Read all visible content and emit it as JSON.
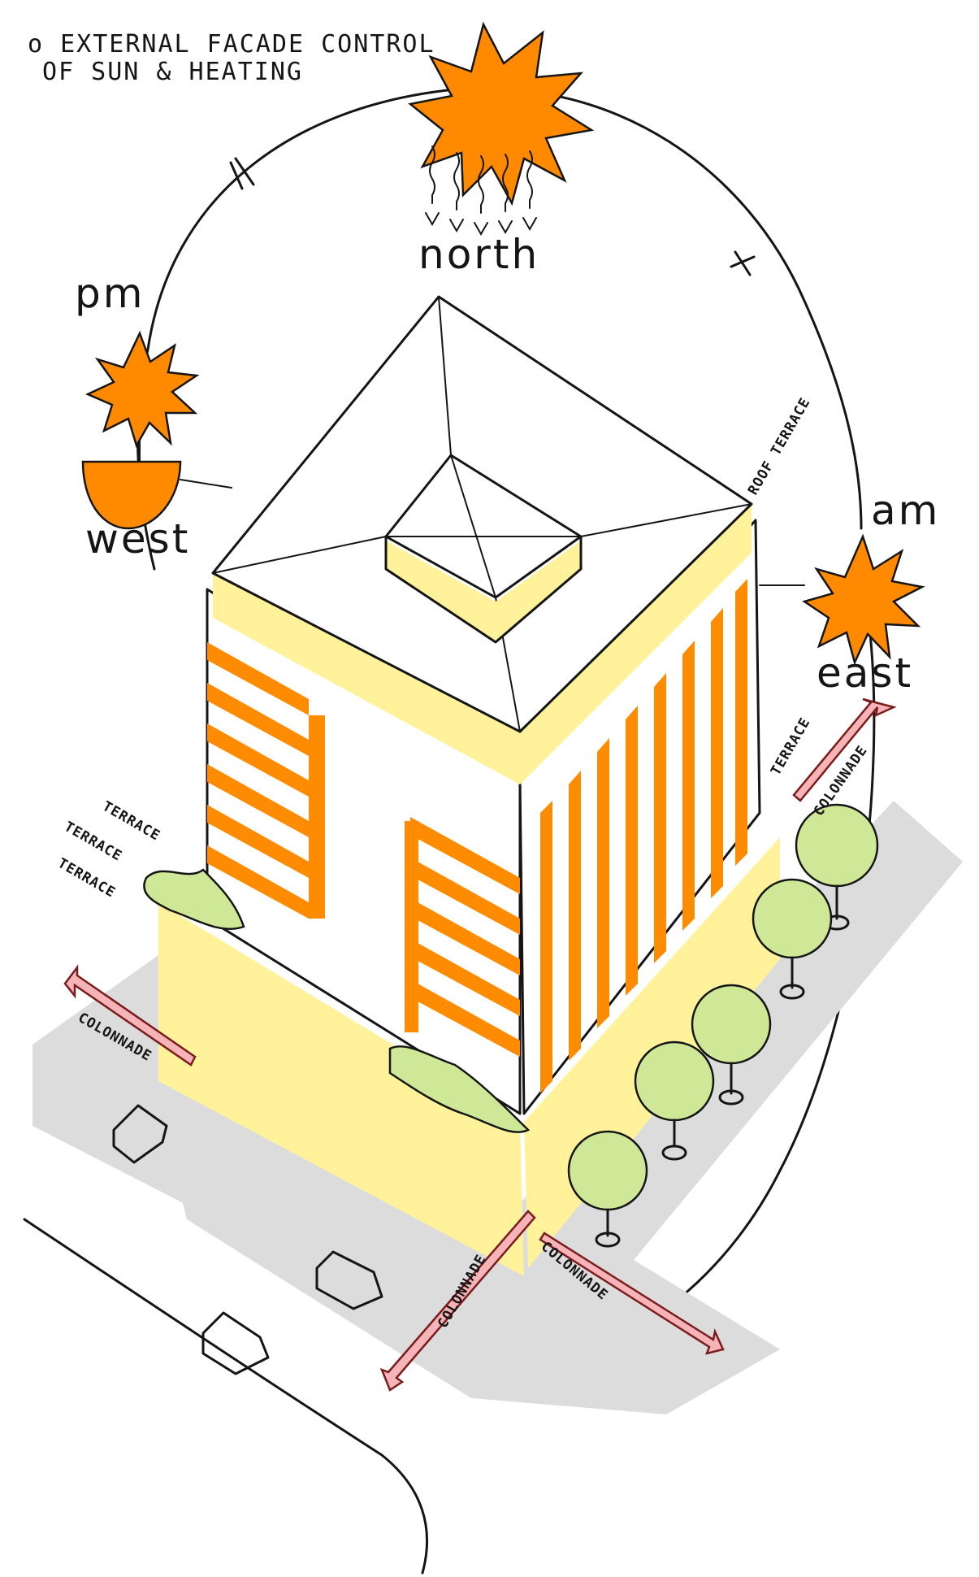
{
  "title_line1": "o EXTERNAL FACADE CONTROL",
  "title_line2": "OF SUN & HEATING",
  "directions": {
    "north": "north",
    "west": "west",
    "east": "east",
    "pm": "pm",
    "am": "am"
  },
  "labels": {
    "roof_terrace": "ROOF TERRACE",
    "terrace_1": "TERRACE",
    "terrace_2": "TERRACE",
    "terrace_3": "TERRACE",
    "terrace_east": "TERRACE",
    "colonnade_west": "COLONNADE",
    "colonnade_south_1": "COLONNADE",
    "colonnade_south_2": "COLONNADE",
    "colonnade_east": "COLONNADE"
  },
  "colors": {
    "sun": "#ff8a00",
    "facade_fins": "#ff8c00",
    "glazing": "#fff29a",
    "trees": "#cfe897",
    "pavement": "#dcdcdc",
    "arrows": "#f7b4b8"
  }
}
